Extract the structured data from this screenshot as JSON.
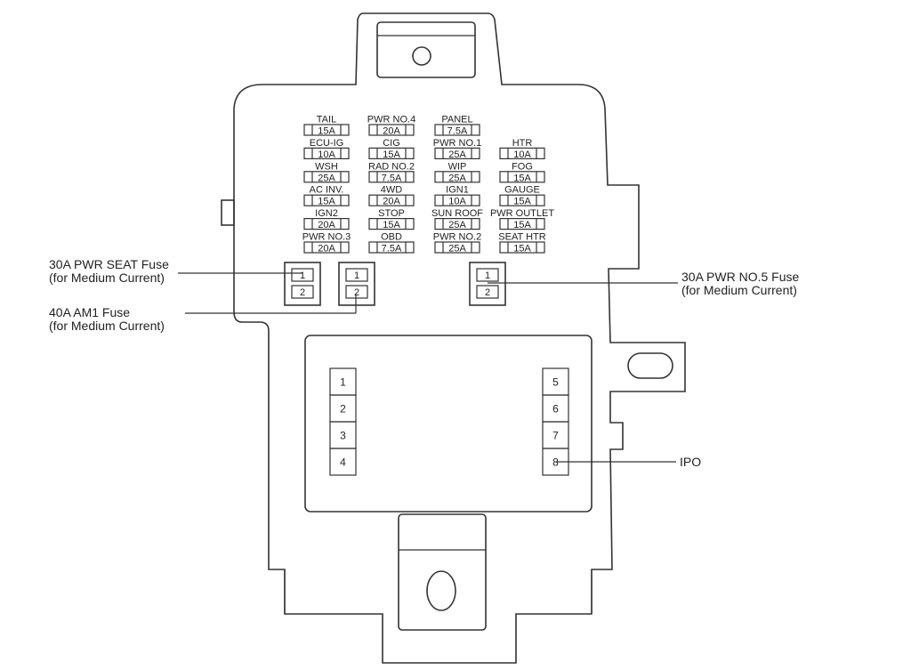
{
  "fuses": {
    "col1": [
      {
        "name": "TAIL",
        "amp": "15A"
      },
      {
        "name": "ECU-IG",
        "amp": "10A"
      },
      {
        "name": "WSH",
        "amp": "25A"
      },
      {
        "name": "AC INV.",
        "amp": "15A"
      },
      {
        "name": "IGN2",
        "amp": "20A"
      },
      {
        "name": "PWR NO.3",
        "amp": "20A"
      }
    ],
    "col2": [
      {
        "name": "PWR NO.4",
        "amp": "20A"
      },
      {
        "name": "CIG",
        "amp": "15A"
      },
      {
        "name": "RAD NO.2",
        "amp": "7.5A"
      },
      {
        "name": "4WD",
        "amp": "20A"
      },
      {
        "name": "STOP",
        "amp": "15A"
      },
      {
        "name": "OBD",
        "amp": "7.5A"
      }
    ],
    "col3": [
      {
        "name": "PANEL",
        "amp": "7.5A"
      },
      {
        "name": "PWR NO.1",
        "amp": "25A"
      },
      {
        "name": "WIP",
        "amp": "25A"
      },
      {
        "name": "IGN1",
        "amp": "10A"
      },
      {
        "name": "SUN ROOF",
        "amp": "25A"
      },
      {
        "name": "PWR NO.2",
        "amp": "25A"
      }
    ],
    "col4": [
      {
        "name": "HTR",
        "amp": "10A"
      },
      {
        "name": "FOG",
        "amp": "15A"
      },
      {
        "name": "GAUGE",
        "amp": "15A"
      },
      {
        "name": "PWR OUTLET",
        "amp": "15A"
      },
      {
        "name": "SEAT HTR",
        "amp": "15A"
      }
    ]
  },
  "medium_slots": [
    "1",
    "2"
  ],
  "relays_left": [
    "1",
    "2",
    "3",
    "4"
  ],
  "relays_right": [
    "5",
    "6",
    "7",
    "8"
  ],
  "callouts": {
    "pwr_seat": {
      "line1": "30A PWR SEAT Fuse",
      "line2": "(for Medium Current)"
    },
    "am1": {
      "line1": "40A AM1 Fuse",
      "line2": "(for Medium Current)"
    },
    "pwr_no5": {
      "line1": "30A PWR NO.5 Fuse",
      "line2": "(for Medium Current)"
    },
    "ipo": {
      "line1": "IPO"
    }
  }
}
